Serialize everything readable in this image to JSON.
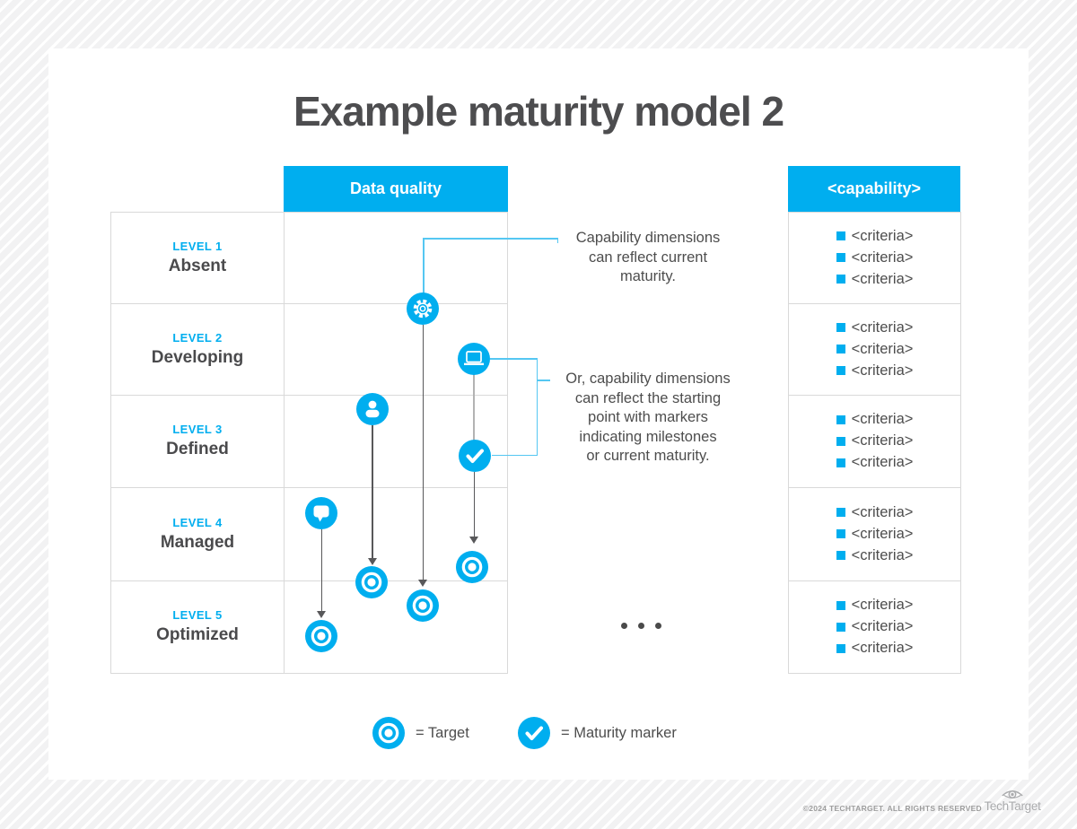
{
  "title": "Example maturity model 2",
  "matrix": {
    "column_header": "Data quality",
    "levels": [
      {
        "tier": "LEVEL 1",
        "name": "Absent"
      },
      {
        "tier": "LEVEL 2",
        "name": "Developing"
      },
      {
        "tier": "LEVEL 3",
        "name": "Defined"
      },
      {
        "tier": "LEVEL 4",
        "name": "Managed"
      },
      {
        "tier": "LEVEL 5",
        "name": "Optimized"
      }
    ]
  },
  "capability": {
    "header": "<capability>",
    "criteria_label": "<criteria>",
    "rows": 5,
    "items_per_row": 3
  },
  "annotations": {
    "current_maturity": "Capability dimensions\ncan reflect current\nmaturity.",
    "starting_point": "Or, capability dimensions\ncan reflect the starting\npoint with markers\nindicating milestones\nor current maturity."
  },
  "icons": {
    "dimension_markers": [
      "gear-icon",
      "laptop-icon",
      "person-icon",
      "check-icon",
      "speech-bubble-icon"
    ],
    "target_marker": "target-icon"
  },
  "legend": {
    "target": "= Target",
    "maturity_marker": "= Maturity marker"
  },
  "footer": {
    "copyright": "©2024 TECHTARGET. ALL RIGHTS RESERVED",
    "brand": "TechTarget"
  },
  "colors": {
    "accent": "#00aeef",
    "callout_line": "#55c7f2",
    "text_dark": "#4d4d4d",
    "grid_line": "#d9d9d9"
  }
}
